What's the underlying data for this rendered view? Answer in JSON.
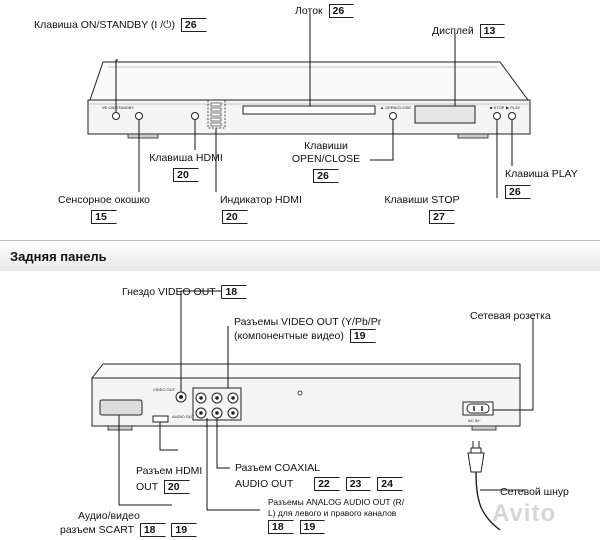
{
  "front": {
    "labels": {
      "onstandby": "Клавиша ON/STANDBY (I /",
      "onstandby_symbol": "⏻",
      "onstandby_tail": ")",
      "tray": "Лоток",
      "display": "Дисплей",
      "hdmi_key": "Клавиша HDMI",
      "sensor": "Сенсорное  окошко",
      "hdmi_indicator": "Индикатор HDMI",
      "open_close_1": "Клавиши",
      "open_close_2": "OPEN/CLOSE",
      "stop": "Клавиши STOP",
      "play": "Клавиша PLAY"
    },
    "pages": {
      "onstandby": "26",
      "tray": "26",
      "display": "13",
      "hdmi_key": "20",
      "sensor": "15",
      "hdmi_indicator": "20",
      "open_close": "26",
      "stop": "27",
      "play": "26"
    },
    "panel_text": {
      "standby": "I/Ф ON/STANDBY",
      "open_close": "▲ OPEN/CLOSE",
      "stop": "■ STOP",
      "play": "▶ PLAY"
    }
  },
  "rear": {
    "section_title": "Задняя панель",
    "labels": {
      "video_out": "Гнездо VIDEO OUT",
      "component_1": "Разъемы VIDEO OUT (Y/Pb/Pr",
      "component_2": "(компонентные видео)",
      "ac_outlet": "Сетевая розетка",
      "hdmi_out_1": "Разъем HDMI",
      "hdmi_out_2": "OUT",
      "coaxial_1": "Разъем COAXIAL",
      "coaxial_2": "AUDIO OUT",
      "analog_1": "Разъемы ANALOG AUDIO OUT (R/",
      "analog_2": "L) для левого и правого каналов",
      "scart_1": "Аудио/видео",
      "scart_2": "разъем  SCART",
      "power_cord": "Сетевой шнур"
    },
    "pages": {
      "video_out": "18",
      "component": "19",
      "hdmi_out": "20",
      "coaxial": [
        "22",
        "23",
        "24"
      ],
      "analog": [
        "18",
        "19"
      ],
      "scart": [
        "18",
        "19"
      ]
    },
    "panel_text": {
      "video_out": "VIDEO OUT",
      "audio_out": "AUDIO OUT",
      "ac_in": "AC IN~"
    }
  },
  "watermark": "Avito"
}
